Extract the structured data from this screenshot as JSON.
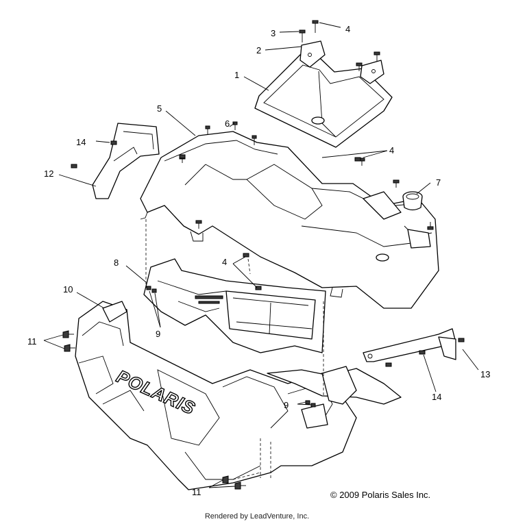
{
  "callouts": {
    "c1": "1",
    "c2": "2",
    "c3": "3",
    "c4a": "4",
    "c4b": "4",
    "c4c": "4",
    "c5": "5",
    "c6": "6",
    "c7": "7",
    "c8": "8",
    "c9a": "9",
    "c9b": "9",
    "c10": "10",
    "c11a": "11",
    "c11b": "11",
    "c12": "12",
    "c13": "13",
    "c14a": "14",
    "c14b": "14"
  },
  "hood_logo": "POLARIS",
  "copyright": "© 2009 Polaris Sales Inc.",
  "footer": "Rendered by LeadVenture, Inc."
}
